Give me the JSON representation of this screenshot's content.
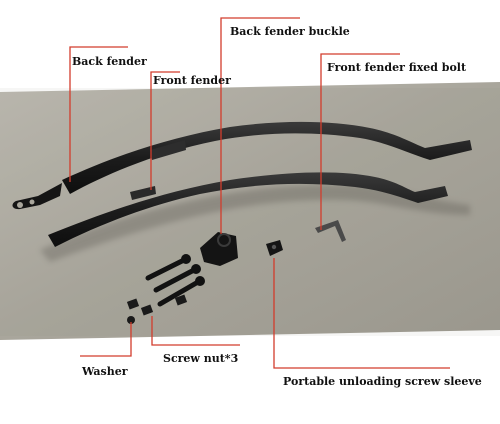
{
  "labels": {
    "back_fender": "Back fender",
    "front_fender": "Front fender",
    "back_fender_buckle": "Back fender buckle",
    "front_fender_fixed_bolt": "Front fender fixed bolt",
    "washer": "Washer",
    "screw_nut": "Screw nut*3",
    "portable_unloading_screw_sleeve": "Portable unloading screw sleeve"
  },
  "colors": {
    "leader_line": "#d23c2c",
    "fender": "#1b1b1b",
    "pavement": "#a9a69c"
  }
}
